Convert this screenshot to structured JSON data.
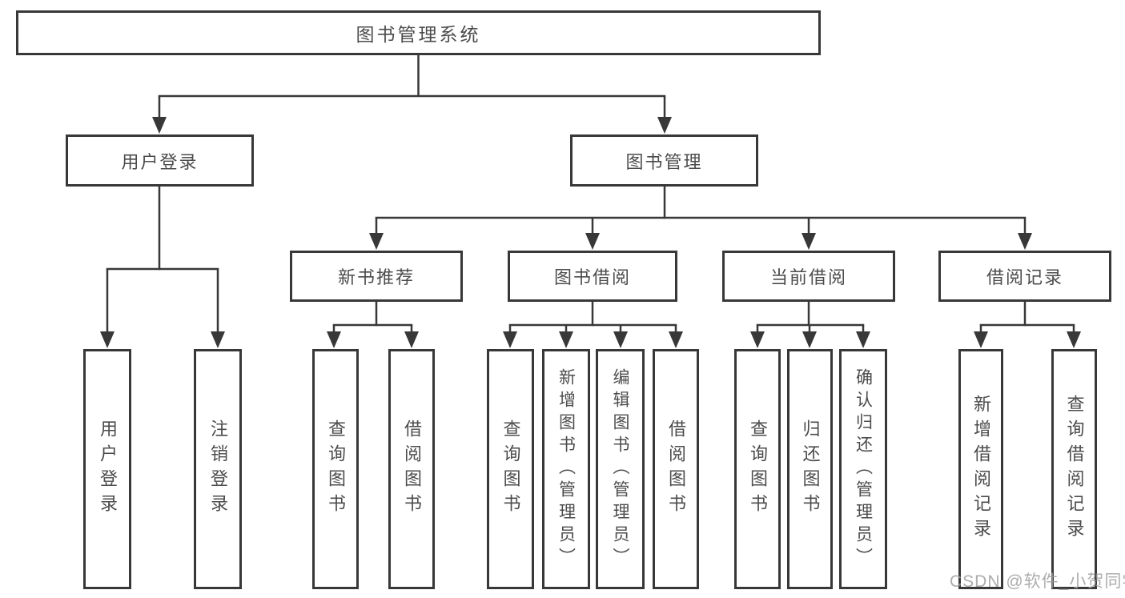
{
  "tree": {
    "label": "图书管理系统",
    "children": [
      {
        "label": "用户登录",
        "children": [
          {
            "label": "用户登录"
          },
          {
            "label": "注销登录"
          }
        ]
      },
      {
        "label": "图书管理",
        "children": [
          {
            "label": "新书推荐",
            "children": [
              {
                "label": "查询图书"
              },
              {
                "label": "借阅图书"
              }
            ]
          },
          {
            "label": "图书借阅",
            "children": [
              {
                "label": "查询图书"
              },
              {
                "label": "新增图书（管理员）"
              },
              {
                "label": "编辑图书（管理员）"
              },
              {
                "label": "借阅图书"
              }
            ]
          },
          {
            "label": "当前借阅",
            "children": [
              {
                "label": "查询图书"
              },
              {
                "label": "归还图书"
              },
              {
                "label": "确认归还（管理员）"
              }
            ]
          },
          {
            "label": "借阅记录",
            "children": [
              {
                "label": "新增借阅记录"
              },
              {
                "label": "查询借阅记录"
              }
            ]
          }
        ]
      }
    ]
  },
  "colors": {
    "line": "#383838",
    "text": "#4c4c4c",
    "watermark": "#9e9e9e"
  },
  "watermark": "CSDN @软件_小贺同学"
}
